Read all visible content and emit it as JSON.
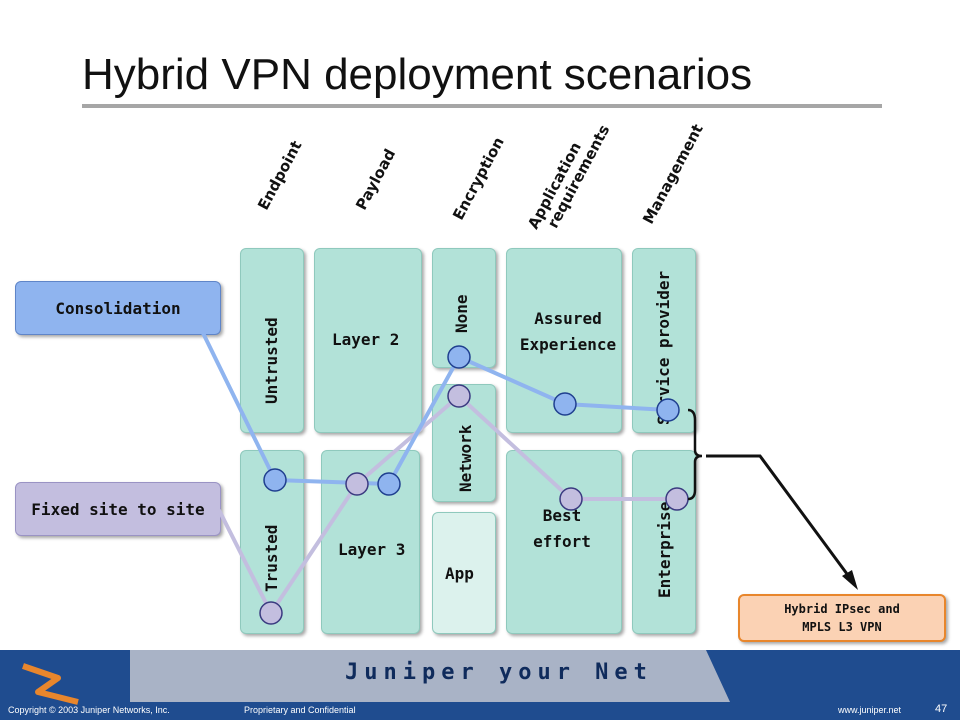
{
  "slide": {
    "title": "Hybrid VPN deployment scenarios",
    "page_number": "47"
  },
  "columns": {
    "endpoint": "Endpoint",
    "payload": "Payload",
    "encryption": "Encryption",
    "application_line1": "Application",
    "application_line2": "requirements",
    "management": "Management"
  },
  "boxes": {
    "untrusted": "Untrusted",
    "trusted": "Trusted",
    "layer2": "Layer 2",
    "layer3": "Layer 3",
    "none": "None",
    "network": "Network",
    "app": "App",
    "assured_line1": "Assured",
    "assured_line2": "Experience",
    "best_line1": "Best",
    "best_line2": "effort",
    "service_provider": "Service provider",
    "enterprise": "Enterprise"
  },
  "scenarios": {
    "consolidation": "Consolidation",
    "fixed_site": "Fixed site to site",
    "result_line1": "Hybrid IPsec and",
    "result_line2": "MPLS L3 VPN"
  },
  "colors": {
    "consolidation_path": "#8fb4ef",
    "fixed_site_path": "#c3bedf",
    "box_fill": "#b2e2d8"
  },
  "footer": {
    "brand": "Juniper your Net",
    "copyright": "Copyright © 2003 Juniper Networks, Inc.",
    "proprietary": "Proprietary and Confidential",
    "url": "www.juniper.net"
  }
}
